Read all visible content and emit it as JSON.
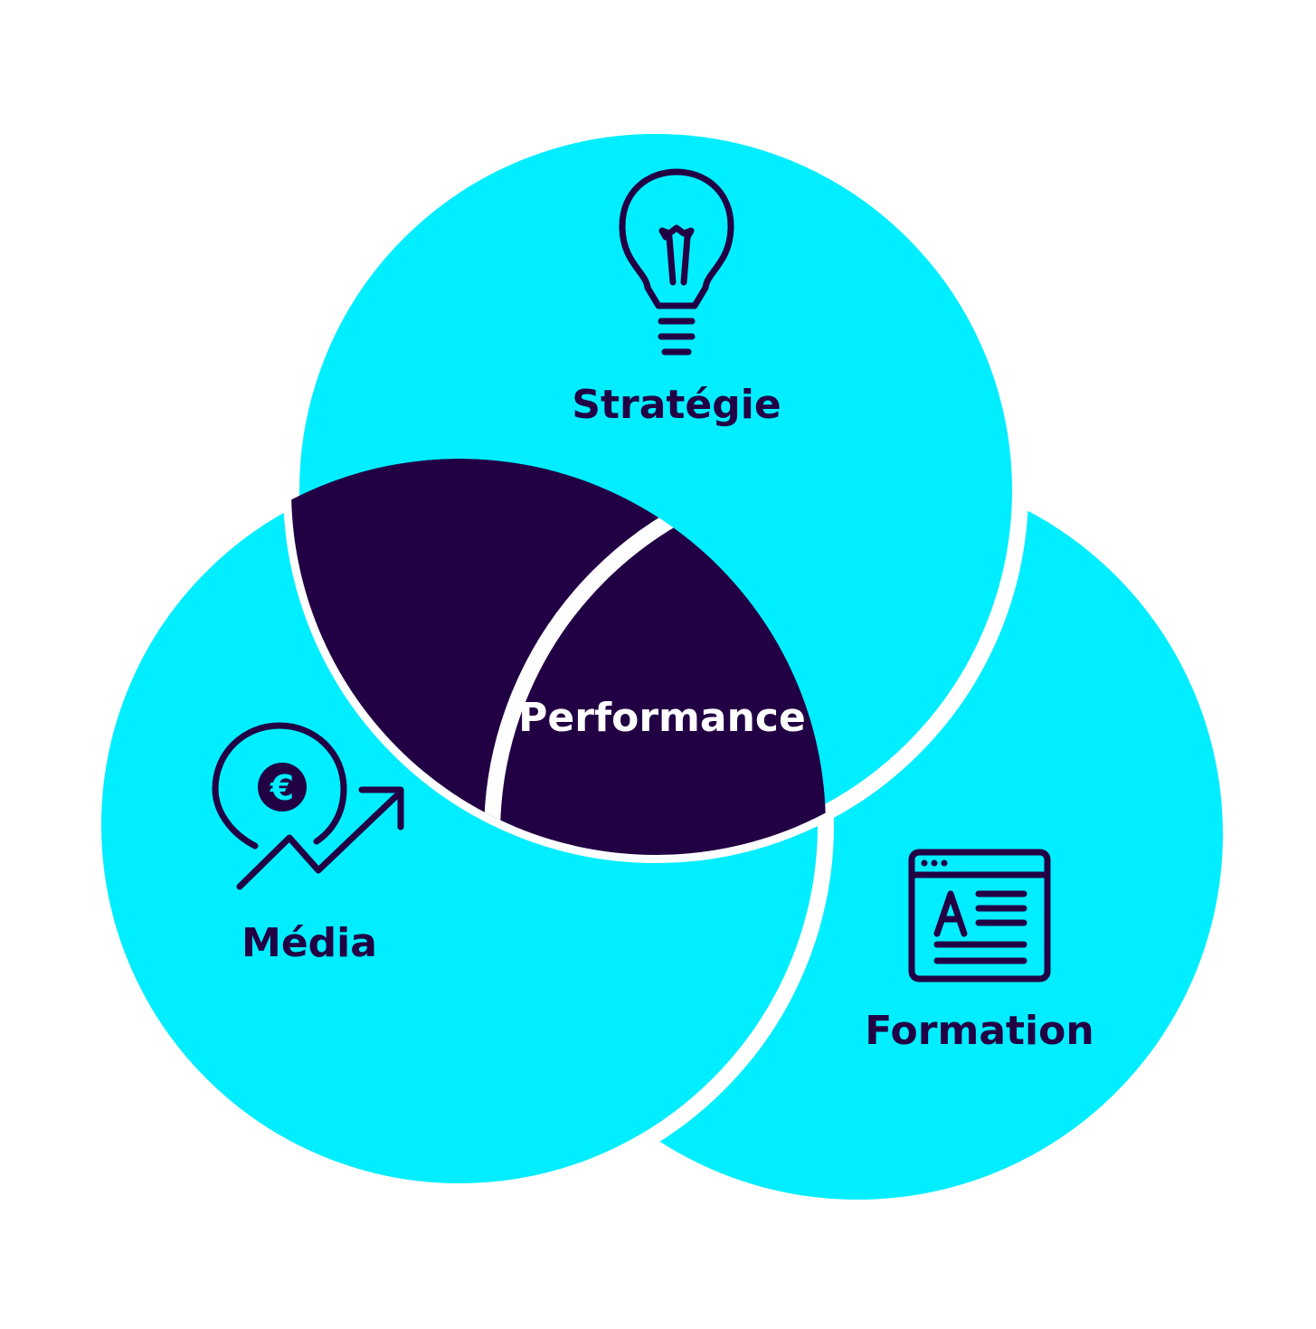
{
  "colors": {
    "background": "#ffffff",
    "circle_fill": "#00eeff",
    "gap": "#ffffff",
    "center_fill": "#220044",
    "text_dark": "#220044",
    "text_light": "#ffffff"
  },
  "circles": [
    {
      "id": "strategie",
      "label": "Stratégie",
      "icon": "lightbulb-icon"
    },
    {
      "id": "media",
      "label": "Média",
      "icon": "euro-growth-icon"
    },
    {
      "id": "formation",
      "label": "Formation",
      "icon": "document-window-icon"
    }
  ],
  "center": {
    "label": "Performance"
  }
}
